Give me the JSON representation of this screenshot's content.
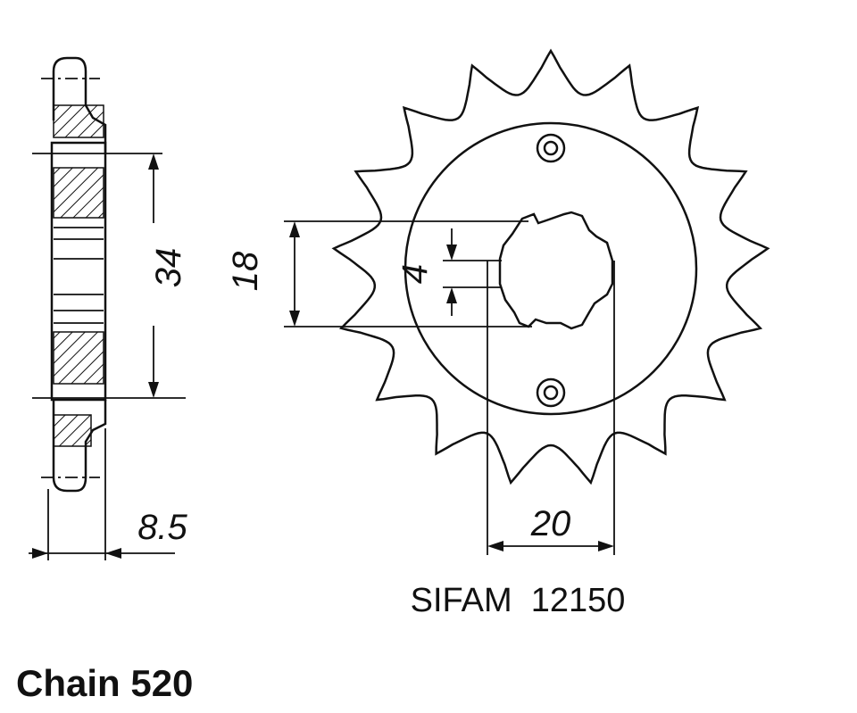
{
  "drawing": {
    "teeth": 17,
    "dimensions": {
      "hub_width": "34",
      "spline_outer": "18",
      "key_width": "4",
      "thickness": "8.5",
      "center_distance": "20"
    },
    "reference": "SIFAM  12150",
    "chain_label": "Chain 520"
  }
}
